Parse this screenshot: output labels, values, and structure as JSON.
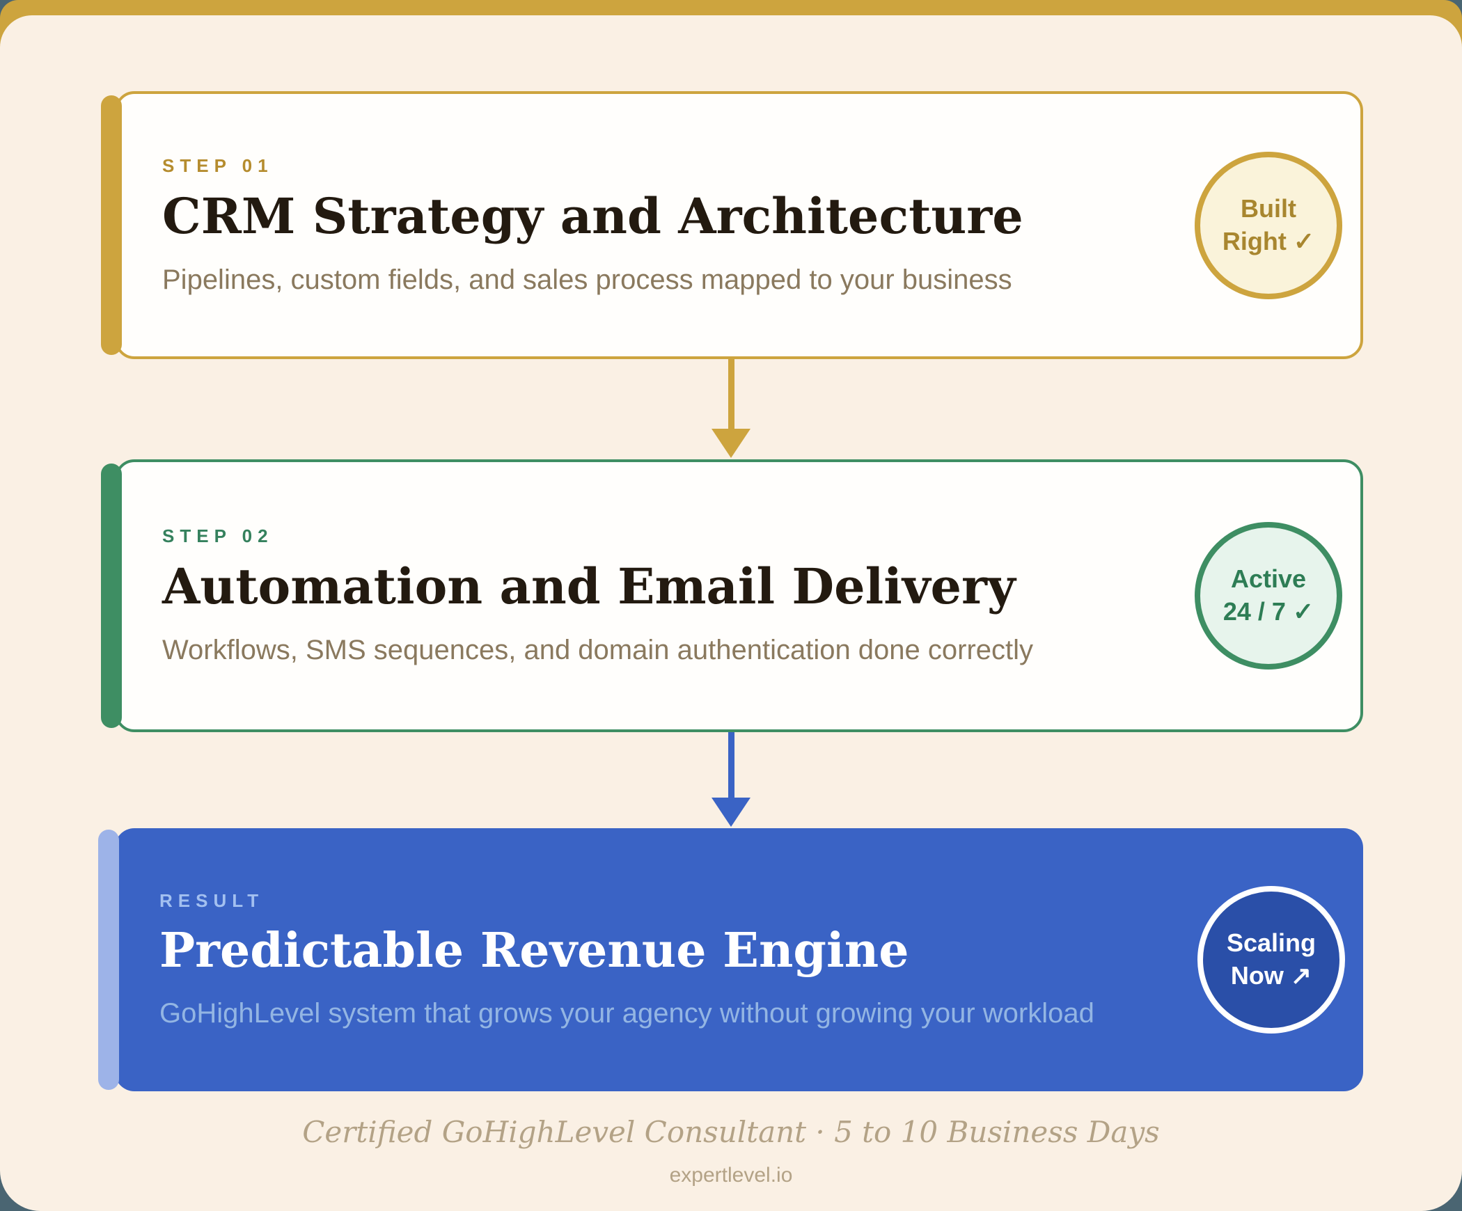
{
  "colors": {
    "slate_background": "#4a6572",
    "cream_panel": "#faf0e4",
    "gold": "#cda43e",
    "green": "#3e8e63",
    "blue": "#3a63c5",
    "blue_accent": "#9db3e8",
    "title_dark": "#231a10",
    "subtitle_brown": "#8a795e",
    "footer_text": "#b3a286"
  },
  "steps": [
    {
      "label": "STEP 01",
      "title": "CRM Strategy and Architecture",
      "subtitle": "Pipelines, custom fields, and sales process mapped to your business",
      "badge_line1": "Built",
      "badge_line2": "Right",
      "badge_icon": "✓"
    },
    {
      "label": "STEP 02",
      "title": "Automation and Email Delivery",
      "subtitle": "Workflows, SMS sequences, and domain authentication done correctly",
      "badge_line1": "Active",
      "badge_line2": "24 / 7",
      "badge_icon": "✓"
    },
    {
      "label": "RESULT",
      "title": "Predictable Revenue Engine",
      "subtitle": "GoHighLevel system that grows your agency without growing your workload",
      "badge_line1": "Scaling",
      "badge_line2": "Now",
      "badge_icon": "↗"
    }
  ],
  "footer": {
    "tagline": "Certified GoHighLevel Consultant · 5 to 10 Business Days",
    "website": "expertlevel.io"
  }
}
